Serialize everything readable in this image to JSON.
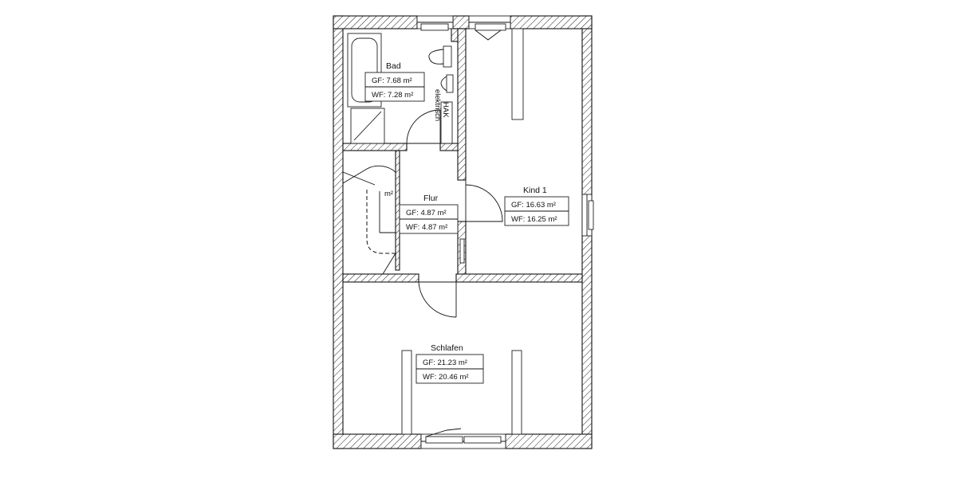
{
  "rooms": {
    "bad": {
      "name": "Bad",
      "gf": "GF: 7.68 m²",
      "wf": "WF: 7.28 m²"
    },
    "flur": {
      "name": "Flur",
      "gf": "GF: 4.87 m²",
      "wf": "WF: 4.87 m²"
    },
    "kind1": {
      "name": "Kind 1",
      "gf": "GF: 16.63 m²",
      "wf": "WF: 16.25 m²"
    },
    "schlafen": {
      "name": "Schlafen",
      "gf": "GF: 21.23 m²",
      "wf": "WF: 20.46 m²"
    },
    "abst": {
      "area_partial": "m²"
    }
  },
  "fixtures": {
    "hak_label": "HAK",
    "elektrisch_label": "elektrisch"
  }
}
